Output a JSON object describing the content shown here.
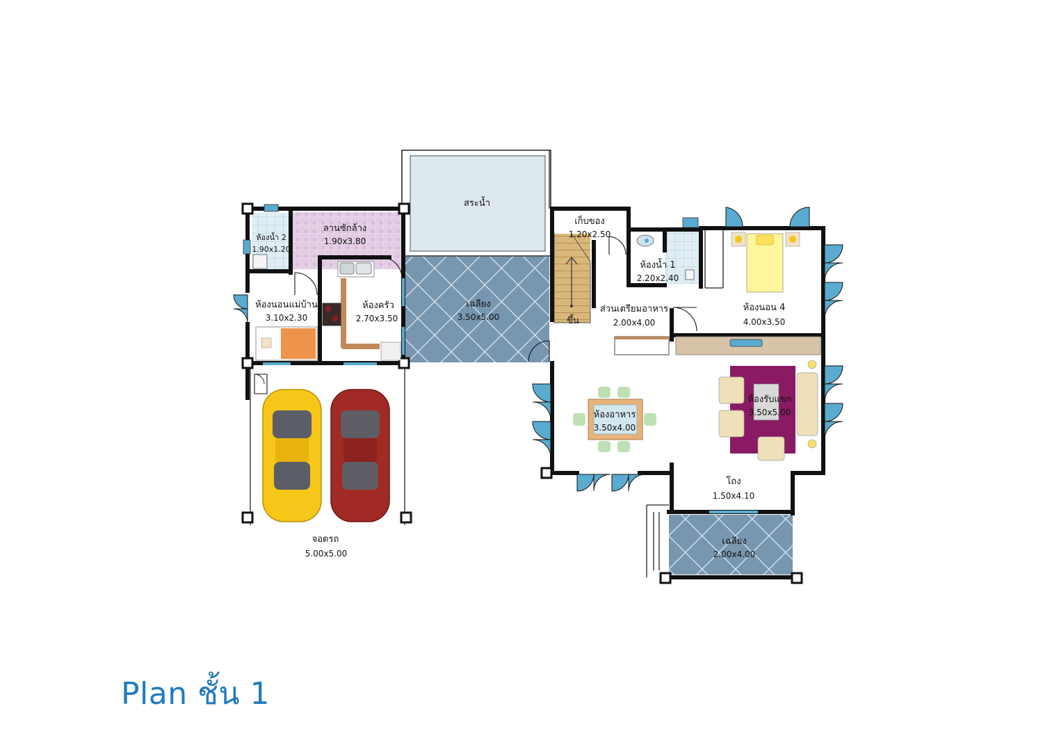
{
  "title": "Plan ชั้น 1",
  "colors": {
    "wall": "#111111",
    "terrace_tile": "#7796b0",
    "pool_water": "#dde9ef",
    "laundry_tile": "#e2d3e4",
    "bath_tile": "#dcebf2",
    "window_glass": "#5aabcf",
    "rug": "#8a1a63",
    "title": "#1f7bbf"
  },
  "rooms": {
    "pool": {
      "name": "สระน้ำ",
      "size": ""
    },
    "storage": {
      "name": "เก็บของ",
      "size": "1.20x2.50"
    },
    "bath2": {
      "name": "ห้องน้ำ 2",
      "size": "1.90x1.20"
    },
    "laundry": {
      "name": "ลานซักล้าง",
      "size": "1.90x3.80"
    },
    "maid_room": {
      "name": "ห้องนอนแม่บ้าน",
      "size": "3.10x2.30"
    },
    "kitchen": {
      "name": "ห้องครัว",
      "size": "2.70x3.50"
    },
    "terrace_back": {
      "name": "เฉลียง",
      "size": "3.50x5.00"
    },
    "stair": {
      "name": "ขึ้น",
      "size": ""
    },
    "bath1": {
      "name": "ห้องน้ำ 1",
      "size": "2.20x2.40"
    },
    "pantry": {
      "name": "ส่วนเตรียมอาหาร",
      "size": "2.00x4.00"
    },
    "bedroom4": {
      "name": "ห้องนอน 4",
      "size": "4.00x3.50"
    },
    "dining": {
      "name": "ห้องอาหาร",
      "size": "3.50x4.00"
    },
    "living": {
      "name": "ห้องรับแขก",
      "size": "3.50x5.00"
    },
    "hall": {
      "name": "โถง",
      "size": "1.50x4.10"
    },
    "terrace_front": {
      "name": "เฉลียง",
      "size": "2.00x4.00"
    },
    "carport": {
      "name": "จอดรถ",
      "size": "5.00x5.00"
    }
  },
  "cars": [
    {
      "name": "yellow-car",
      "color": "#f6c619"
    },
    {
      "name": "red-car",
      "color": "#a12a24"
    }
  ]
}
